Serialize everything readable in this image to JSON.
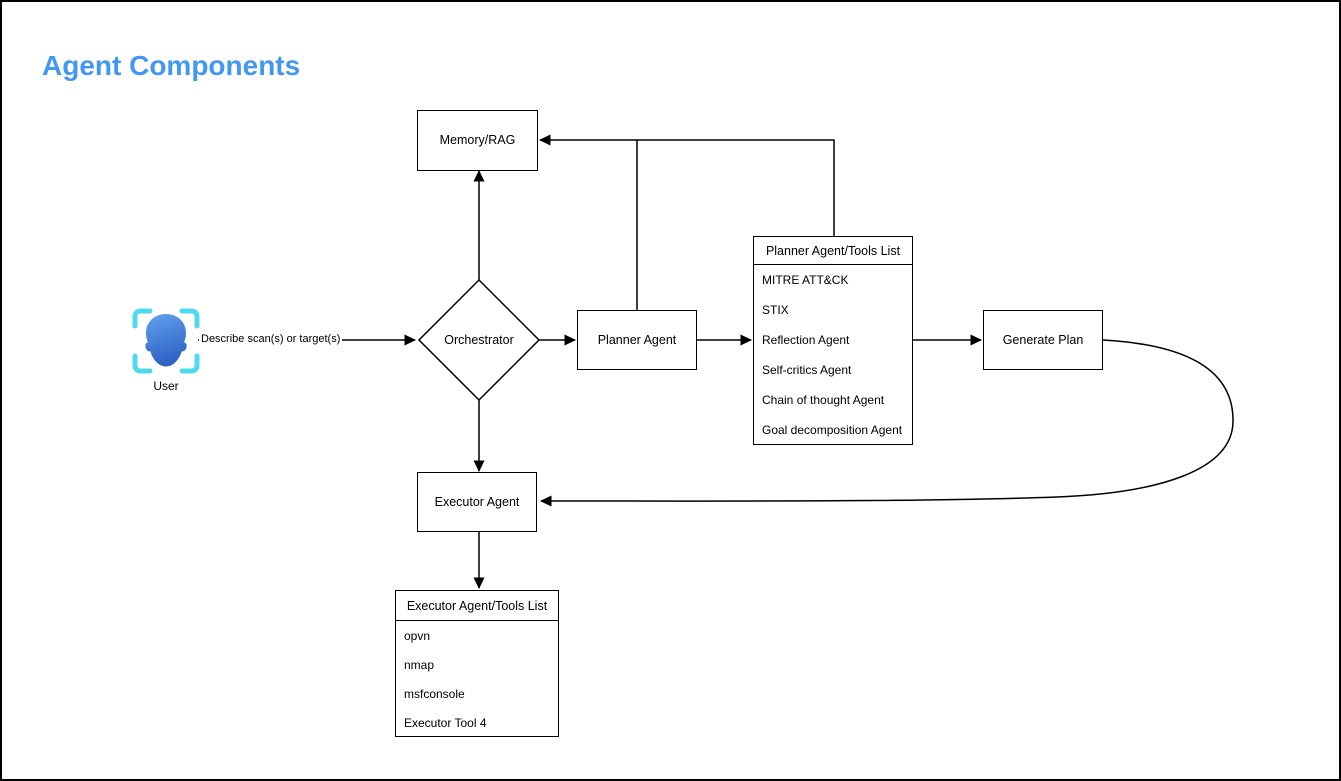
{
  "page": {
    "title": "Agent Components"
  },
  "colors": {
    "title_blue": "#4296F4",
    "bracket_cyan": "#4FD9EC",
    "head_blue_light": "#63A1EF",
    "head_blue_dark": "#2D63C4",
    "line_black": "#000000",
    "background": "#FFFFFF"
  },
  "user": {
    "label": "User"
  },
  "edges": {
    "user_to_orchestrator": "Describe scan(s) or target(s)"
  },
  "nodes": {
    "orchestrator": {
      "label": "Orchestrator"
    },
    "memory_rag": {
      "label": "Memory/RAG"
    },
    "planner_agent": {
      "label": "Planner Agent"
    },
    "generate_plan": {
      "label": "Generate Plan"
    },
    "executor_agent": {
      "label": "Executor Agent"
    },
    "planner_tools": {
      "title": "Planner Agent/Tools List",
      "items": [
        "MITRE ATT&CK",
        "STIX",
        "Reflection Agent",
        "Self-critics Agent",
        "Chain of thought Agent",
        "Goal decomposition Agent"
      ]
    },
    "executor_tools": {
      "title": "Executor Agent/Tools List",
      "items": [
        "opvn",
        "nmap",
        "msfconsole",
        "Executor Tool 4"
      ]
    }
  }
}
